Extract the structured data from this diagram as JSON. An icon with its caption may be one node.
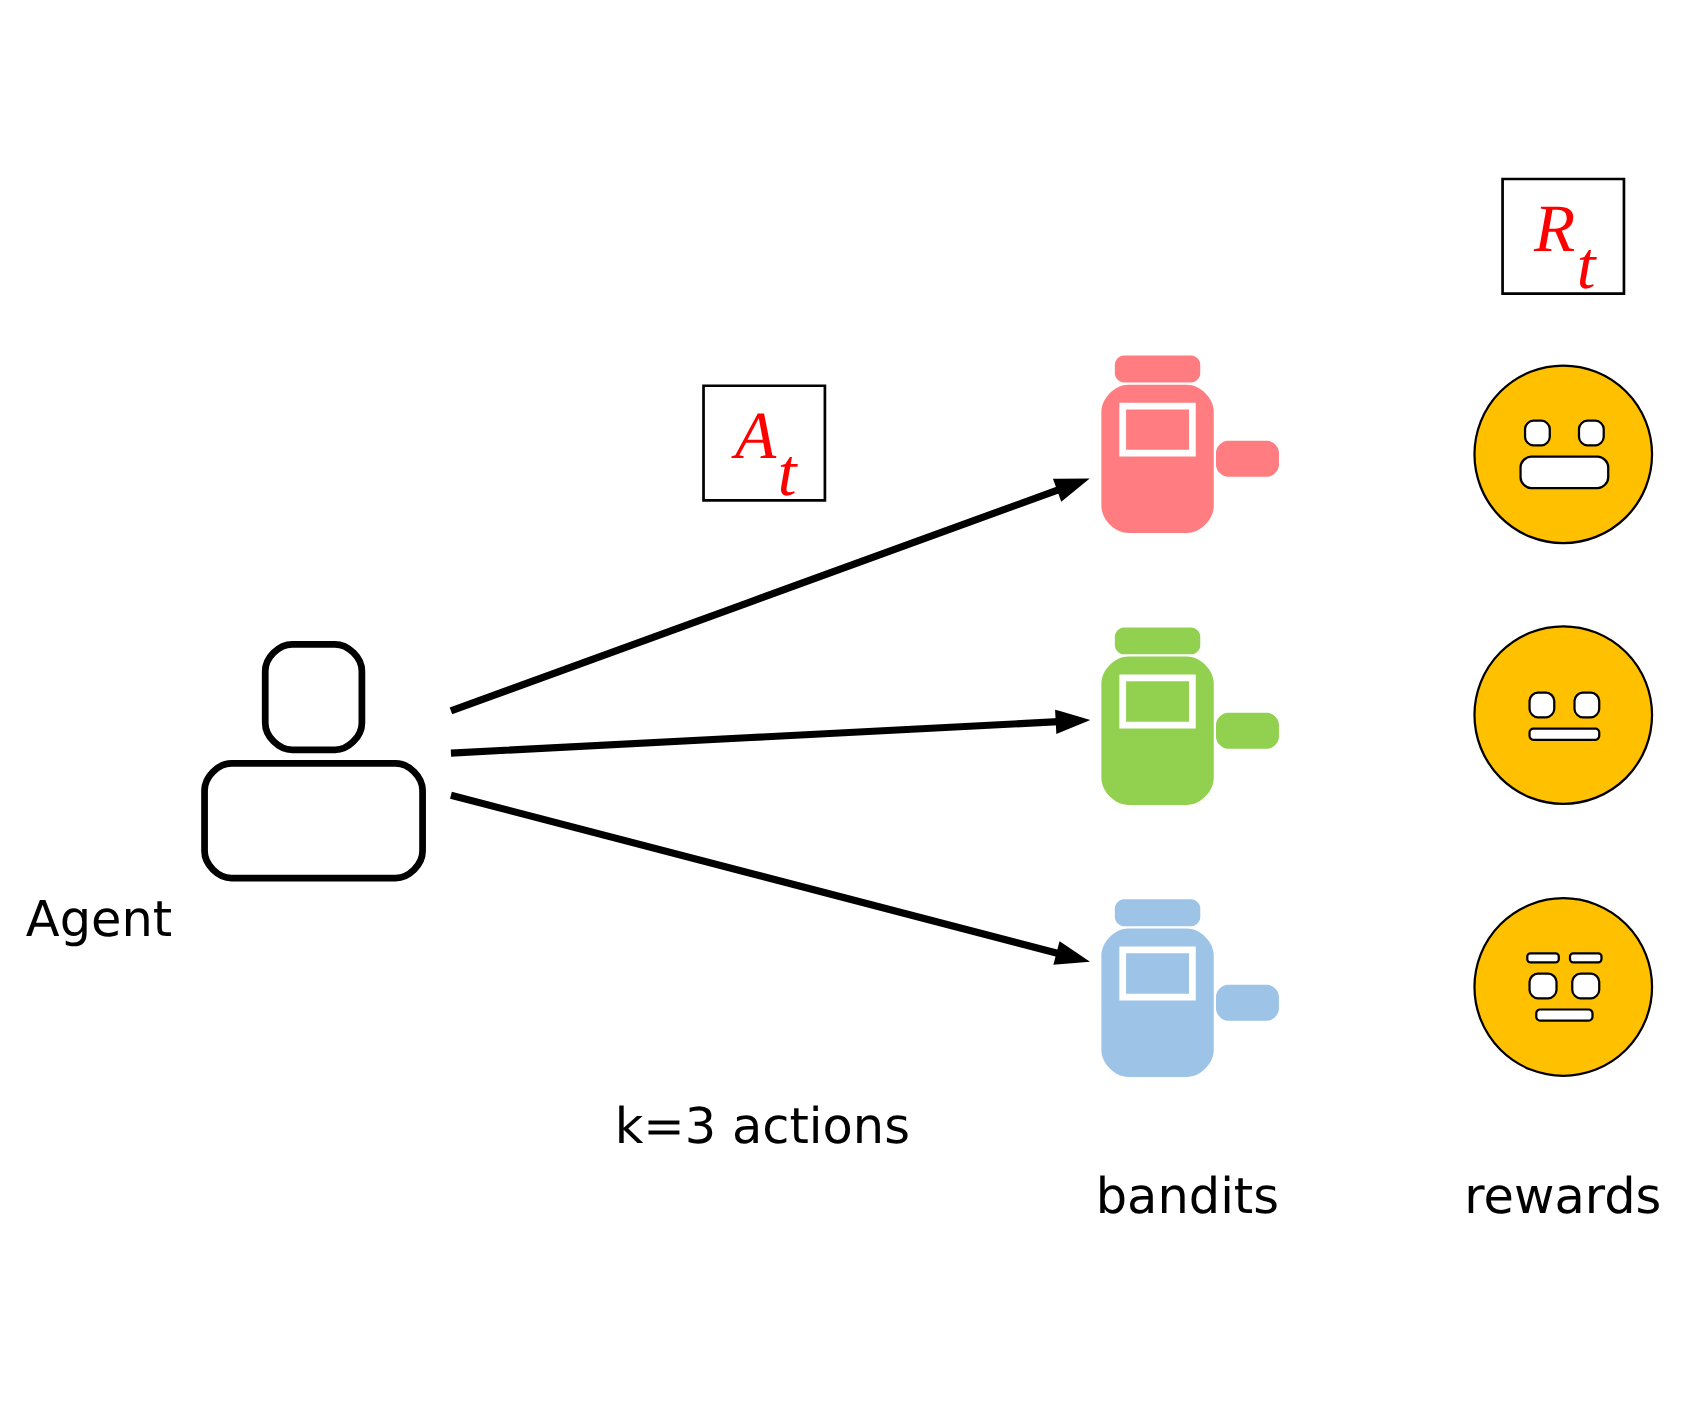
{
  "diagram": {
    "nodes": [
      {
        "text": [],
        "shape": "person",
        "beside": [
          "Agent"
        ]
      },
      {
        "text": [
          "A$_{t}$"
        ]
      },
      {
        "text": [],
        "shape": "bottle"
      },
      {
        "text": [],
        "shape": "bottle"
      },
      {
        "text": [],
        "shape": "bottle"
      },
      {
        "text": [
          "R$_{t}$"
        ]
      },
      {
        "text": [],
        "shape": "circle"
      },
      {
        "text": [],
        "shape": "circle"
      },
      {
        "text": [],
        "shape": "circle"
      }
    ],
    "edges": [
      {
        "from": 0,
        "to": 2,
        "arrow": "to"
      },
      {
        "from": 0,
        "to": 3,
        "arrow": "to"
      },
      {
        "from": 0,
        "to": 4,
        "arrow": "to"
      }
    ],
    "labels": [
      "k=3 actions",
      "bandits",
      "rewards"
    ]
  }
}
